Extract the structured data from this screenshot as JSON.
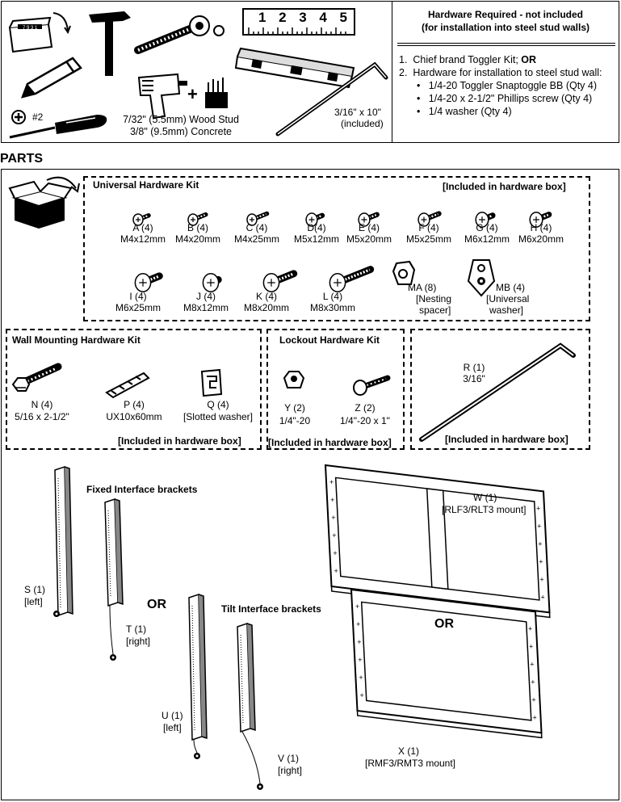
{
  "tools": {
    "drill_bit_1": "7/32\" (5.5mm) Wood Stud",
    "drill_bit_2": "3/8\" (9.5mm) Concrete",
    "screwdriver": "#2",
    "allen": "3/16\" x 10\"",
    "allen_sub": "(included)",
    "ruler": [
      "1",
      "2",
      "3",
      "4",
      "5"
    ]
  },
  "hardware_required": {
    "title1": "Hardware Required - not included",
    "title2": "(for installation into steel stud walls)",
    "item1_pre": "Chief brand Toggler Kit; ",
    "item1_bold": "OR",
    "item2": "Hardware for installation to steel stud wall:",
    "bullets": [
      "1/4-20 Toggler Snaptoggle BB (Qty 4)",
      "1/4-20 x 2-1/2\" Phillips screw (Qty 4)",
      "1/4 washer (Qty 4)"
    ],
    "n1": "1.",
    "n2": "2."
  },
  "parts_title": "PARTS",
  "universal": {
    "title": "Universal Hardware Kit",
    "note": "[Included in hardware box]",
    "row1": [
      {
        "id": "A (4)",
        "size": "M4x12mm"
      },
      {
        "id": "B (4)",
        "size": "M4x20mm"
      },
      {
        "id": "C (4)",
        "size": "M4x25mm"
      },
      {
        "id": "D(4)",
        "size": "M5x12mm"
      },
      {
        "id": "E (4)",
        "size": "M5x20mm"
      },
      {
        "id": "F (4)",
        "size": "M5x25mm"
      },
      {
        "id": "G (4)",
        "size": "M6x12mm"
      },
      {
        "id": "H (4)",
        "size": "M6x20mm"
      }
    ],
    "row2": [
      {
        "id": "I (4)",
        "size": "M6x25mm"
      },
      {
        "id": "J (4)",
        "size": "M8x12mm"
      },
      {
        "id": "K (4)",
        "size": "M8x20mm"
      },
      {
        "id": "L (4)",
        "size": "M8x30mm"
      }
    ],
    "ma": [
      "MA (8)",
      "[Nesting",
      "spacer]"
    ],
    "mb": [
      "MB (4)",
      "[Universal",
      "washer]"
    ]
  },
  "wall": {
    "title": "Wall Mounting Hardware Kit",
    "note": "[Included in hardware box]",
    "n": [
      "N (4)",
      "5/16 x 2-1/2\""
    ],
    "p": [
      "P (4)",
      "UX10x60mm"
    ],
    "q": [
      "Q (4)",
      "[Slotted washer]"
    ]
  },
  "lockout": {
    "title": "Lockout Hardware Kit",
    "note": "[Included in hardware box]",
    "y": [
      "Y (2)",
      "1/4\"-20"
    ],
    "z": [
      "Z (2)",
      "1/4\"-20 x 1\""
    ]
  },
  "r_box": {
    "r": [
      "R (1)",
      "3/16\""
    ],
    "note": "[Included in hardware box]"
  },
  "brackets": {
    "fixed_title": "Fixed Interface brackets",
    "tilt_title": "Tilt Interface brackets",
    "or": "OR",
    "s": [
      "S (1)",
      "[left]"
    ],
    "t": [
      "T (1)",
      "[right]"
    ],
    "u": [
      "U (1)",
      "[left]"
    ],
    "v": [
      "V (1)",
      "[right]"
    ]
  },
  "mounts": {
    "w": [
      "W (1)",
      "[RLF3/RLT3 mount]"
    ],
    "or": "OR",
    "x": [
      "X (1)",
      "[RMF3/RMT3 mount]"
    ]
  }
}
